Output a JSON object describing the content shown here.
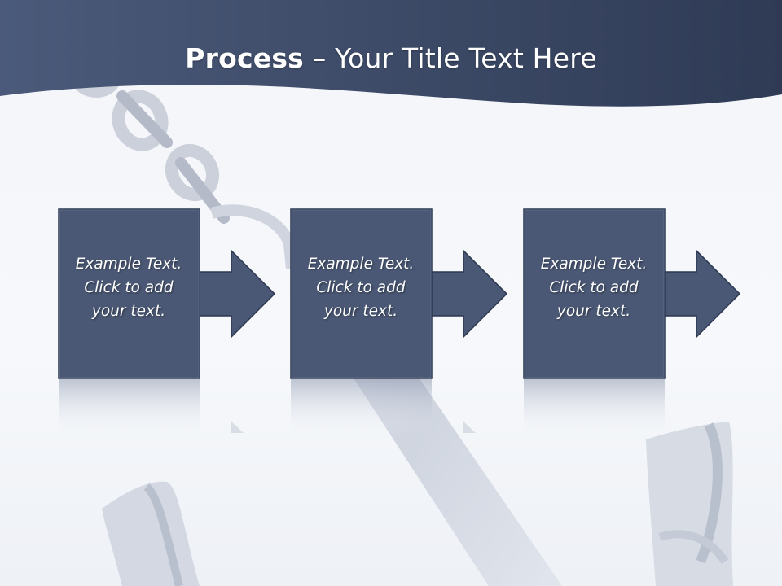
{
  "slide": {
    "title_bold": "Process",
    "title_rest": " – Your Title Text Here"
  },
  "steps": [
    {
      "line1": "Example Text.",
      "line2": "Click  to add",
      "line3": "your text."
    },
    {
      "line1": "Example Text.",
      "line2": "Click  to add",
      "line3": "your text."
    },
    {
      "line1": "Example Text.",
      "line2": "Click  to add",
      "line3": "your text."
    }
  ],
  "colors": {
    "header": "#3e4c68",
    "box": "#4a5875",
    "box_border": "#2c3750",
    "background": "#f4f6fa"
  }
}
